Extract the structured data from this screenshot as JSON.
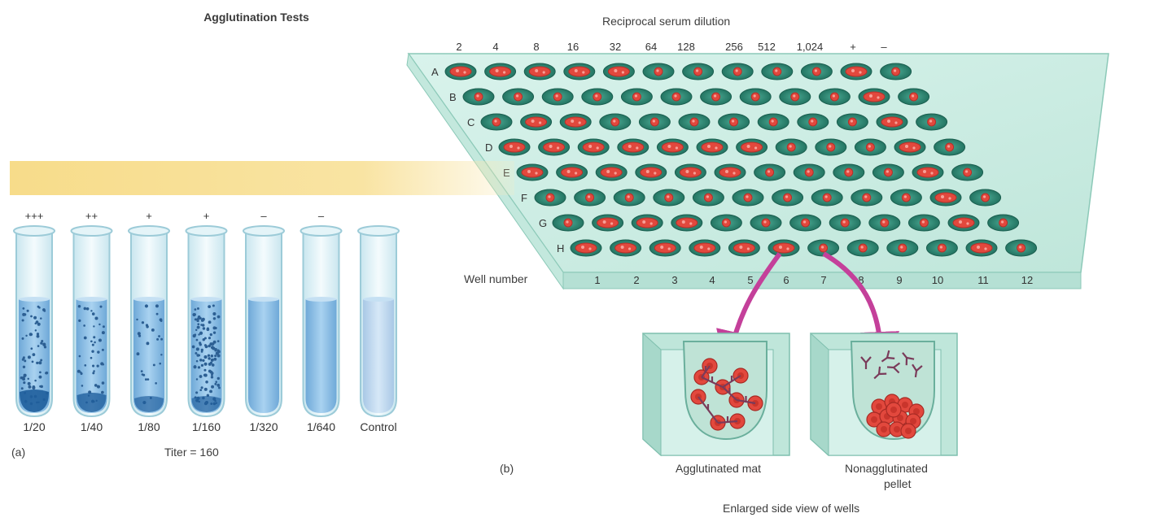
{
  "panel_a": {
    "banner": "Agglutination Tests",
    "label": "(a)",
    "titer": "Titer = 160",
    "tubes": [
      {
        "reaction": "+++",
        "dilution": "1/20",
        "agglutinated": true,
        "level": 3
      },
      {
        "reaction": "++",
        "dilution": "1/40",
        "agglutinated": true,
        "level": 2
      },
      {
        "reaction": "+",
        "dilution": "1/80",
        "agglutinated": true,
        "level": 1
      },
      {
        "reaction": "+",
        "dilution": "1/160",
        "agglutinated": true,
        "level": 1
      },
      {
        "reaction": "–",
        "dilution": "1/320",
        "agglutinated": false,
        "level": 0
      },
      {
        "reaction": "–",
        "dilution": "1/640",
        "agglutinated": false,
        "level": 0
      },
      {
        "reaction": "",
        "dilution": "Control",
        "agglutinated": false,
        "level": 0
      }
    ]
  },
  "panel_b": {
    "label": "(b)",
    "title": "Reciprocal serum dilution",
    "column_headers": [
      "2",
      "4",
      "8",
      "16",
      "32",
      "64",
      "128",
      "256",
      "512",
      "1,024",
      "+",
      "–"
    ],
    "row_labels": [
      "A",
      "B",
      "C",
      "D",
      "E",
      "F",
      "G",
      "H"
    ],
    "well_number_label": "Well number",
    "well_numbers": [
      "1",
      "2",
      "3",
      "4",
      "5",
      "6",
      "7",
      "8",
      "9",
      "10",
      "11",
      "12"
    ],
    "agglutination_grid": [
      [
        1,
        1,
        1,
        1,
        1,
        0,
        0,
        0,
        0,
        0,
        1,
        0
      ],
      [
        0,
        0,
        0,
        0,
        0,
        0,
        0,
        0,
        0,
        0,
        1,
        0
      ],
      [
        0,
        1,
        1,
        0,
        0,
        0,
        0,
        0,
        0,
        0,
        1,
        0
      ],
      [
        1,
        1,
        1,
        1,
        1,
        1,
        1,
        0,
        0,
        0,
        1,
        0
      ],
      [
        1,
        1,
        1,
        1,
        1,
        1,
        0,
        0,
        0,
        0,
        1,
        0
      ],
      [
        0,
        0,
        0,
        0,
        0,
        0,
        0,
        0,
        0,
        0,
        1,
        0
      ],
      [
        0,
        1,
        1,
        1,
        0,
        0,
        0,
        0,
        0,
        0,
        1,
        0
      ],
      [
        1,
        1,
        1,
        1,
        1,
        1,
        0,
        0,
        0,
        0,
        1,
        0
      ]
    ],
    "enlarged_caption": "Enlarged side view of wells",
    "agglutinated_caption": "Agglutinated mat",
    "nonagglutinated_caption": [
      "Nonagglutinated",
      "pellet"
    ]
  },
  "colors": {
    "banner": "#f7dc8a",
    "plate": "#cfeee6",
    "well": "#2f8f7a",
    "cell": "#e2483d",
    "fluid": "#8fbfe3",
    "arrow": "#c4409a",
    "antibody": "#7a3b5a"
  }
}
